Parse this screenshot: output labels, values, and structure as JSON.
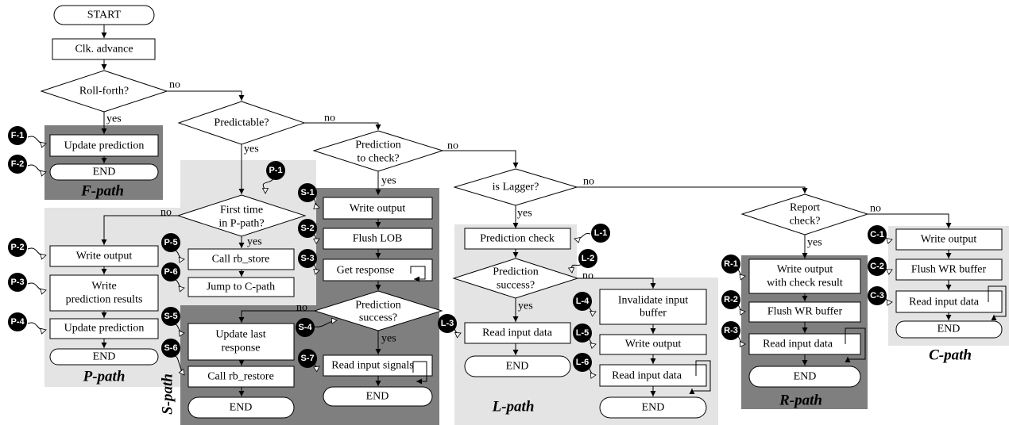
{
  "colors": {
    "dark_region": "#7f7f7f",
    "light_region": "#e4e4e4",
    "badge": "#000000"
  },
  "top": {
    "start": "START",
    "clk": "Clk. advance",
    "roll": "Roll-forth?",
    "predictable": "Predictable?",
    "pred_check": [
      "Prediction",
      "to check?"
    ],
    "lagger": "is Lagger?",
    "report": [
      "Report",
      "check?"
    ]
  },
  "flow_labels": {
    "no": "no",
    "yes": "yes"
  },
  "f_path": {
    "label": "F-path",
    "update": "Update prediction",
    "end": "END",
    "badges": [
      "F-1",
      "F-2"
    ]
  },
  "p_path": {
    "label": "P-path",
    "first": [
      "First time",
      "in P-path?"
    ],
    "call_store": "Call rb_store",
    "jump": "Jump to C-path",
    "write_out": "Write output",
    "write_pred": [
      "Write",
      "prediction results"
    ],
    "update": "Update prediction",
    "end": "END",
    "badges": [
      "P-1",
      "P-2",
      "P-3",
      "P-4",
      "P-5",
      "P-6"
    ]
  },
  "s_path": {
    "label": "S-path",
    "write_out": "Write output",
    "flush_lob": "Flush LOB",
    "get_resp": "Get response",
    "pred_success": [
      "Prediction",
      "success?"
    ],
    "update_last": [
      "Update last",
      "response"
    ],
    "call_restore": "Call rb_restore",
    "end_left": "END",
    "read_signals": "Read input signals",
    "end_right": "END",
    "badges": [
      "S-1",
      "S-2",
      "S-3",
      "S-4",
      "S-5",
      "S-6",
      "S-7"
    ]
  },
  "l_path": {
    "label": "L-path",
    "pred_check": "Prediction check",
    "pred_success": [
      "Prediction",
      "success?"
    ],
    "read_left": "Read input data",
    "end_left": "END",
    "invalidate": [
      "Invalidate input",
      "buffer"
    ],
    "write_out": "Write output",
    "read_right": "Read input data",
    "end_right": "END",
    "badges": [
      "L-1",
      "L-2",
      "L-3",
      "L-4",
      "L-5",
      "L-6"
    ]
  },
  "r_path": {
    "label": "R-path",
    "write_check": [
      "Write output",
      "with check result"
    ],
    "flush_wr": "Flush WR buffer",
    "read": "Read input data",
    "end": "END",
    "badges": [
      "R-1",
      "R-2",
      "R-3"
    ]
  },
  "c_path": {
    "label": "C-path",
    "write_out": "Write output",
    "flush_wr": "Flush WR buffer",
    "read": "Read input data",
    "end": "END",
    "badges": [
      "C-1",
      "C-2",
      "C-3"
    ]
  }
}
